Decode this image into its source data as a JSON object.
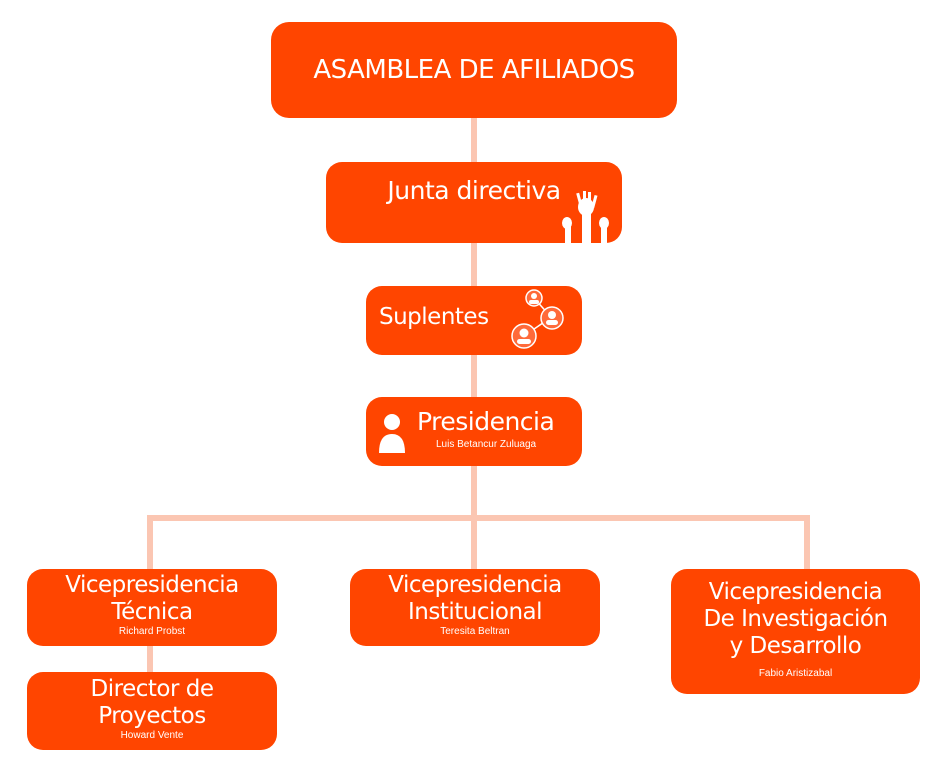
{
  "colors": {
    "box": "#FF4500",
    "connector": "#FBC6B2"
  },
  "nodes": {
    "asamblea": {
      "title": "ASAMBLEA DE AFILIADOS"
    },
    "junta": {
      "title": "Junta directiva",
      "icon": "raised-hands-icon"
    },
    "suplentes": {
      "title": "Suplentes",
      "icon": "people-network-icon"
    },
    "presidencia": {
      "title": "Presidencia",
      "name": "Luis Betancur Zuluaga",
      "icon": "person-icon"
    },
    "vp_tecnica": {
      "title1": "Vicepresidencia",
      "title2": "Técnica",
      "name": "Richard Probst"
    },
    "vp_institucional": {
      "title1": "Vicepresidencia",
      "title2": "Institucional",
      "name": "Teresita Beltran"
    },
    "vp_investigacion": {
      "title1": "Vicepresidencia",
      "title2": "De Investigación",
      "title3": "y Desarrollo",
      "name": "Fabio Aristizabal"
    },
    "director": {
      "title1": "Director de",
      "title2": "Proyectos",
      "name": "Howard Vente"
    }
  }
}
